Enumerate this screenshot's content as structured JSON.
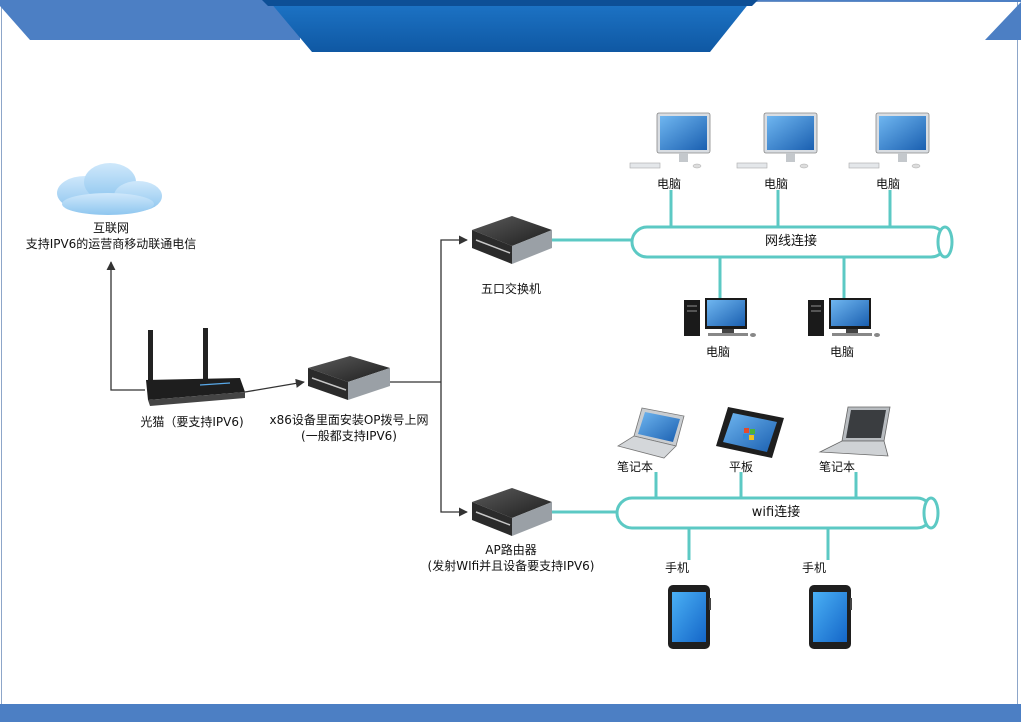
{
  "internet": {
    "title": "互联网",
    "subtitle": "支持IPV6的运营商移动联通电信"
  },
  "modem_label": "光猫（要支持IPV6)",
  "x86": {
    "line1": "x86设备里面安装OP拨号上网",
    "line2": "(一般都支持IPV6)"
  },
  "switch_label": "五口交换机",
  "ap": {
    "line1": "AP路由器",
    "line2": "(发射WIfi并且设备要支持IPV6)"
  },
  "wired_bus_label": "网线连接",
  "wifi_bus_label": "wifi连接",
  "imac_labels": [
    "电脑",
    "电脑",
    "电脑"
  ],
  "desktop_labels": [
    "电脑",
    "电脑"
  ],
  "wifi_devices": {
    "laptop1": "笔记本",
    "tablet": "平板",
    "laptop2": "笔记本"
  },
  "phone_labels": [
    "手机",
    "手机"
  ],
  "colors": {
    "banner_dark": "#1565b0",
    "banner_light": "#4c7fc4",
    "bus_stroke": "#5cc9c4",
    "arrow": "#333333"
  }
}
